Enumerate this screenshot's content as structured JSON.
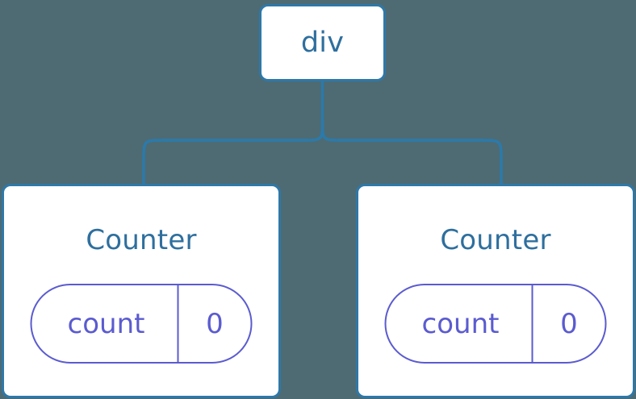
{
  "diagram": {
    "type": "component-tree",
    "background_color": "#4e6b73",
    "connector_color": "#2b7aab",
    "node_border_color": "#2e78a8",
    "node_title_color": "#2e6f9e",
    "state_color": "#5b5bd0",
    "root": {
      "label": "div"
    },
    "children": [
      {
        "label": "Counter",
        "state": {
          "key": "count",
          "value": "0"
        }
      },
      {
        "label": "Counter",
        "state": {
          "key": "count",
          "value": "0"
        }
      }
    ]
  }
}
